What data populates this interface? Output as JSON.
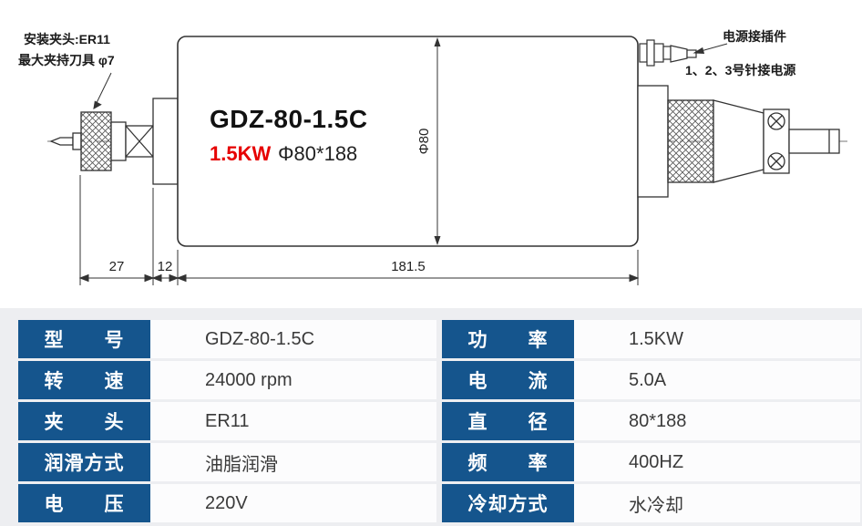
{
  "drawing": {
    "annotations": {
      "left_line1": "安装夹头:ER11",
      "left_line2": "最大夹持刀具 φ7",
      "right_line1": "电源接插件",
      "right_line2": "1、2、3号针接电源"
    },
    "labels": {
      "model": "GDZ-80-1.5C",
      "power": "1.5KW",
      "size": "Φ80*188",
      "diameter": "Φ80"
    },
    "dimensions": {
      "collet_len": "27",
      "flange_len": "12",
      "body_len": "181.5"
    },
    "colors": {
      "accent_red": "#e60000",
      "line": "#333333"
    }
  },
  "spec_table": {
    "colors": {
      "label_bg": "#15558d",
      "label_text": "#ffffff",
      "value_text": "#3a3a3a"
    },
    "rows": [
      {
        "left_label": "型　　号",
        "left_value": "GDZ-80-1.5C",
        "right_label": "功　　率",
        "right_value": "1.5KW"
      },
      {
        "left_label": "转　　速",
        "left_value": "24000 rpm",
        "right_label": "电　　流",
        "right_value": "5.0A"
      },
      {
        "left_label": "夹　　头",
        "left_value": "ER11",
        "right_label": "直　　径",
        "right_value": "80*188"
      },
      {
        "left_label": "润滑方式",
        "left_value": "油脂润滑",
        "right_label": "频　　率",
        "right_value": "400HZ"
      },
      {
        "left_label": "电　　压",
        "left_value": "220V",
        "right_label": "冷却方式",
        "right_value": "水冷却"
      }
    ]
  }
}
